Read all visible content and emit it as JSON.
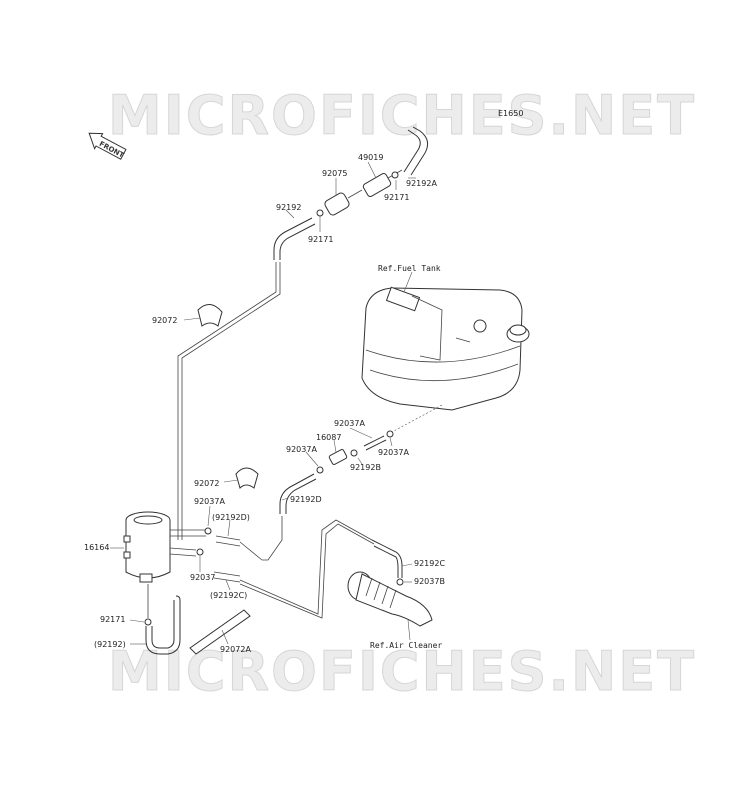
{
  "watermark": "MICROFICHES.NET",
  "diagram_code": "E1650",
  "front_label": "FRONT",
  "refs": {
    "fuel_tank": "Ref.Fuel Tank",
    "air_cleaner": "Ref.Air Cleaner"
  },
  "parts": {
    "p49019": "49019",
    "p92075": "92075",
    "p92192A": "92192A",
    "p92171_a": "92171",
    "p92192": "92192",
    "p92171_b": "92171",
    "p92072_a": "92072",
    "p92037A_a": "92037A",
    "p16087": "16087",
    "p92037A_b": "92037A",
    "p92037A_c": "92037A",
    "p92192B": "92192B",
    "p92072_b": "92072",
    "p92192D": "92192D",
    "p92037A_d": "92037A",
    "p92192D_paren": "(92192D)",
    "p16164": "16164",
    "p92037": "92037",
    "p92192C_paren": "(92192C)",
    "p92192C": "92192C",
    "p92037B": "92037B",
    "p92171_c": "92171",
    "p92192_paren": "(92192)",
    "p92072A": "92072A"
  }
}
